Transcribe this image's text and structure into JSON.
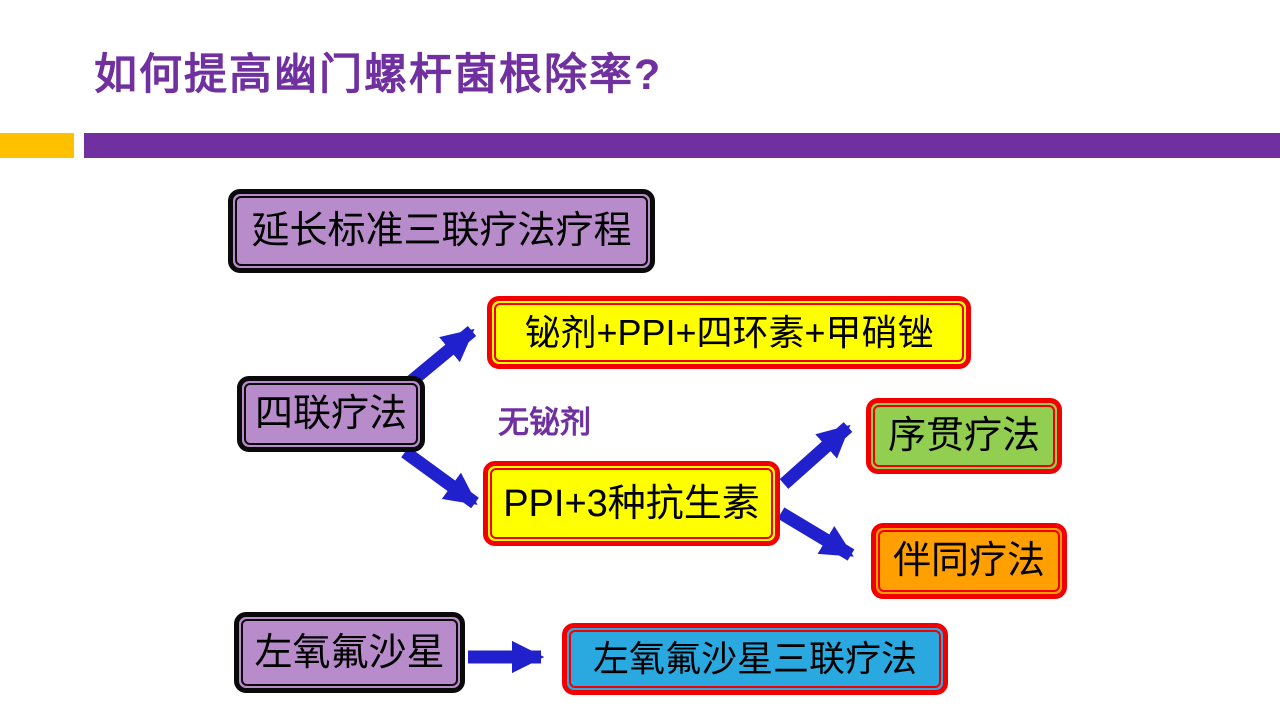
{
  "slide": {
    "title": "如何提高幽门螺杆菌根除率?",
    "title_color": "#7030A0"
  },
  "accent_bars": {
    "orange": "#FFC000",
    "purple": "#7030A0"
  },
  "labels": {
    "no_bismuth": "无铋剂"
  },
  "nodes": {
    "extend_triple": {
      "label": "延长标准三联疗法疗程",
      "fill": "#B88CCA",
      "border": "#000000"
    },
    "quadruple": {
      "label": "四联疗法",
      "fill": "#B88CCA",
      "border": "#000000"
    },
    "bismuth_quad": {
      "label": "铋剂+PPI+四环素+甲硝锉",
      "fill": "#FFFF00",
      "border": "#F20000"
    },
    "ppi_3abx": {
      "label": "PPI+3种抗生素",
      "fill": "#FFFF00",
      "border": "#F20000"
    },
    "sequential": {
      "label": "序贯疗法",
      "fill": "#92CE4F",
      "border": "#F20000"
    },
    "concomitant": {
      "label": "伴同疗法",
      "fill": "#FFA000",
      "border": "#F20000"
    },
    "levofloxacin": {
      "label": "左氧氟沙星",
      "fill": "#B88CCA",
      "border": "#000000"
    },
    "levo_triple": {
      "label": "左氧氟沙星三联疗法",
      "fill": "#2AA8E0",
      "border": "#F20000"
    }
  },
  "arrows": {
    "color": "#2020CC",
    "connections": [
      {
        "from": "quadruple",
        "to": "bismuth_quad"
      },
      {
        "from": "quadruple",
        "to": "ppi_3abx"
      },
      {
        "from": "ppi_3abx",
        "to": "sequential"
      },
      {
        "from": "ppi_3abx",
        "to": "concomitant"
      },
      {
        "from": "levofloxacin",
        "to": "levo_triple"
      }
    ]
  }
}
